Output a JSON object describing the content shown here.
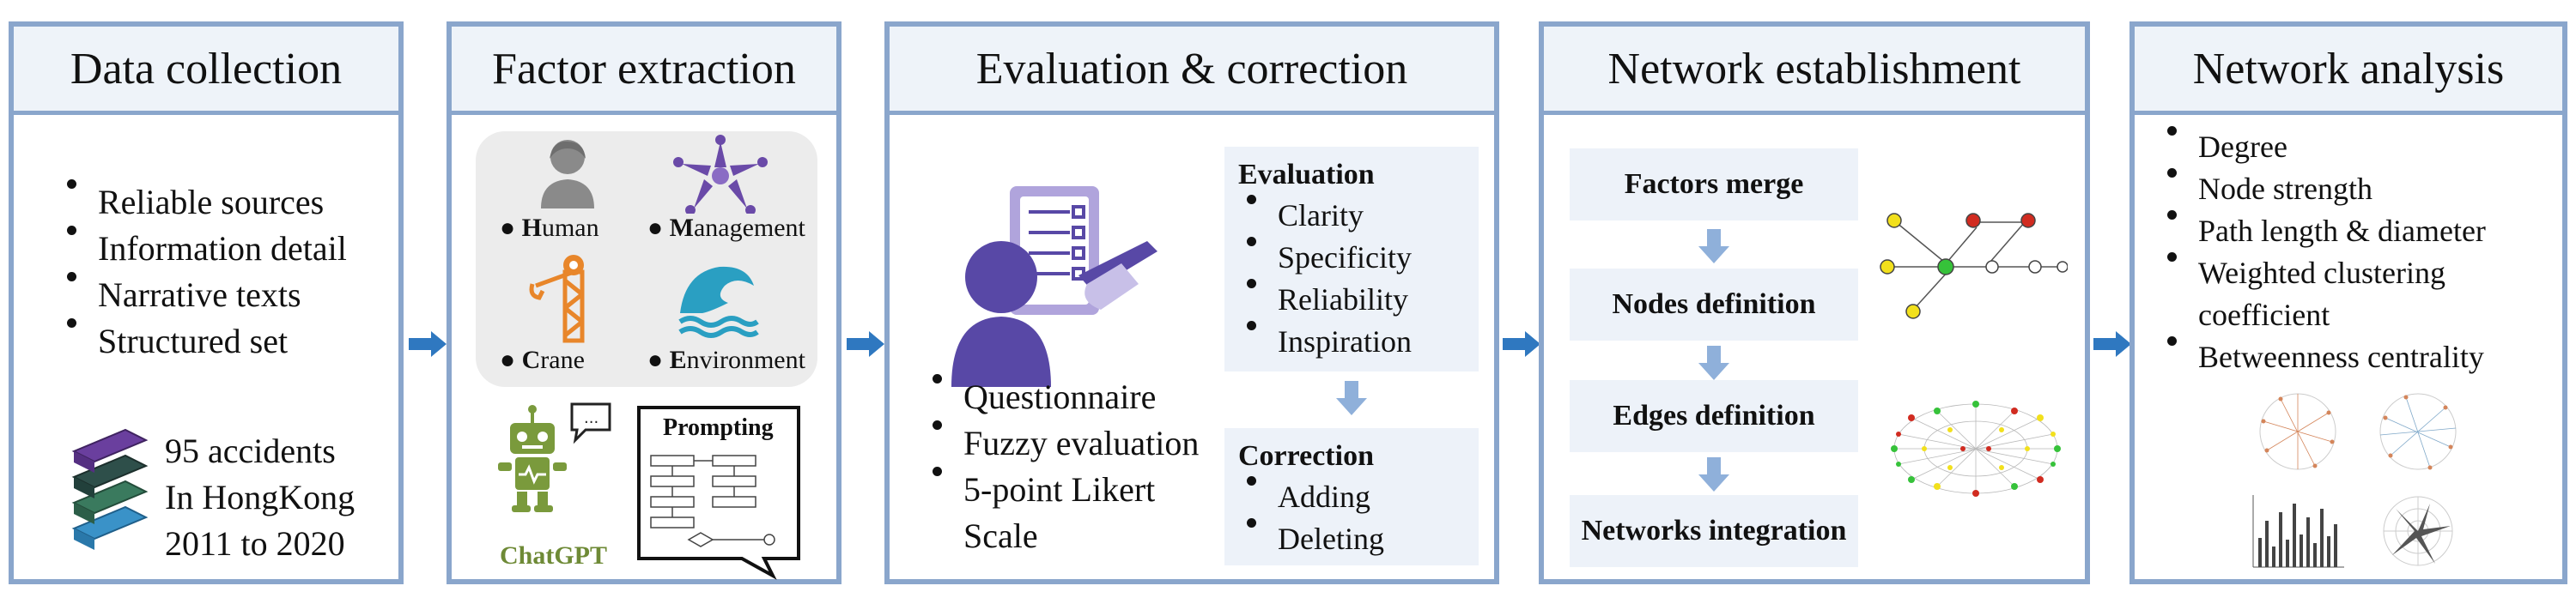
{
  "panels": {
    "data_collection": {
      "title": "Data collection",
      "bullets": [
        "Reliable sources",
        "Information detail",
        "Narrative texts",
        "Structured set"
      ],
      "accidents": [
        "95 accidents",
        "In HongKong",
        "2011 to 2020"
      ]
    },
    "factor_extraction": {
      "title": "Factor extraction",
      "factors": [
        {
          "initial": "H",
          "rest": "uman",
          "icon": "person-icon"
        },
        {
          "initial": "M",
          "rest": "anagement",
          "icon": "team-hands-icon"
        },
        {
          "initial": "C",
          "rest": "rane",
          "icon": "crane-icon"
        },
        {
          "initial": "E",
          "rest": "nvironment",
          "icon": "wave-icon"
        }
      ],
      "robot_label": "ChatGPT",
      "prompting_label": "Prompting"
    },
    "evaluation_correction": {
      "title": "Evaluation & correction",
      "methods": [
        "Questionnaire",
        "Fuzzy evaluation",
        "5-point Likert Scale"
      ],
      "evaluation": {
        "heading": "Evaluation",
        "items": [
          "Clarity",
          "Specificity",
          "Reliability",
          "Inspiration"
        ]
      },
      "correction": {
        "heading": "Correction",
        "items": [
          "Adding",
          "Deleting"
        ]
      }
    },
    "network_establishment": {
      "title": "Network establishment",
      "steps": [
        "Factors merge",
        "Nodes definition",
        "Edges definition",
        "Networks integration"
      ]
    },
    "network_analysis": {
      "title": "Network analysis",
      "metrics": [
        "Degree",
        "Node strength",
        "Path length & diameter",
        "Weighted clustering coefficient",
        "Betweenness centrality"
      ]
    }
  },
  "colors": {
    "panel_border": "#8aa6cc",
    "header_bg": "#eef3f9",
    "arrow": "#2f78c0",
    "step_arrow": "#8fb0da",
    "step_box": "#edf2f9",
    "person_purple": "#5848a6",
    "book_purple": "#6a3f9e",
    "book_green": "#3a7a5e",
    "book_blue": "#3a92c8",
    "robot_green": "#7a9a3c"
  }
}
